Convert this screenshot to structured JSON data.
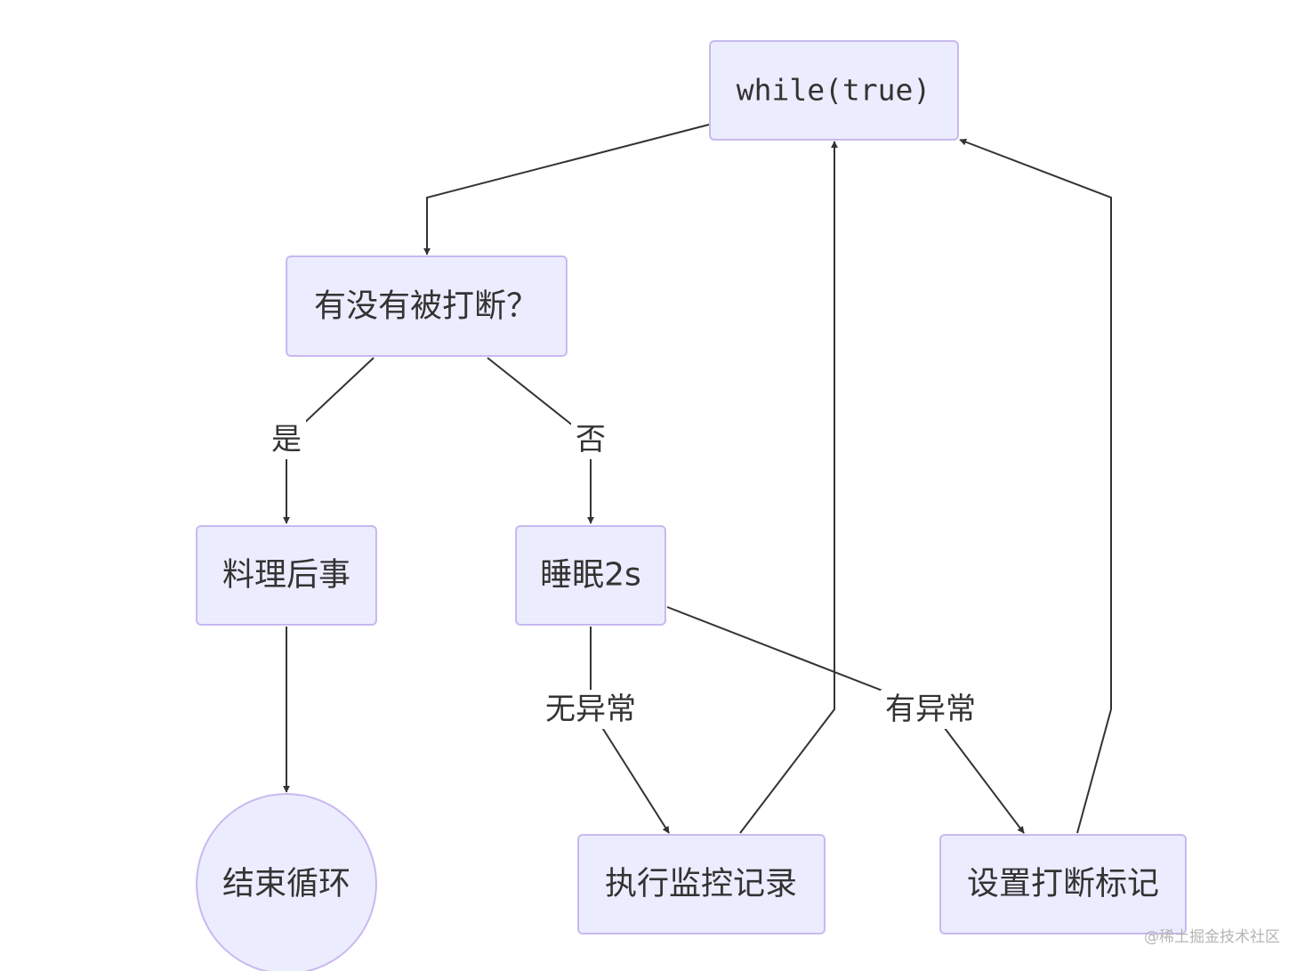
{
  "diagram": {
    "nodes": {
      "loop": {
        "label": "while(true)"
      },
      "check": {
        "label": "有没有被打断？"
      },
      "cleanup": {
        "label": "料理后事"
      },
      "sleep": {
        "label": "睡眠2s"
      },
      "end": {
        "label": "结束循环"
      },
      "record": {
        "label": "执行监控记录"
      },
      "flag": {
        "label": "设置打断标记"
      }
    },
    "edges": {
      "yes": {
        "label": "是"
      },
      "no": {
        "label": "否"
      },
      "no_exception": {
        "label": "无异常"
      },
      "has_exception": {
        "label": "有异常"
      }
    },
    "colors": {
      "node_fill": "#ececff",
      "node_stroke": "#9370db",
      "edge": "#333333"
    }
  },
  "watermark": "@稀土掘金技术社区"
}
